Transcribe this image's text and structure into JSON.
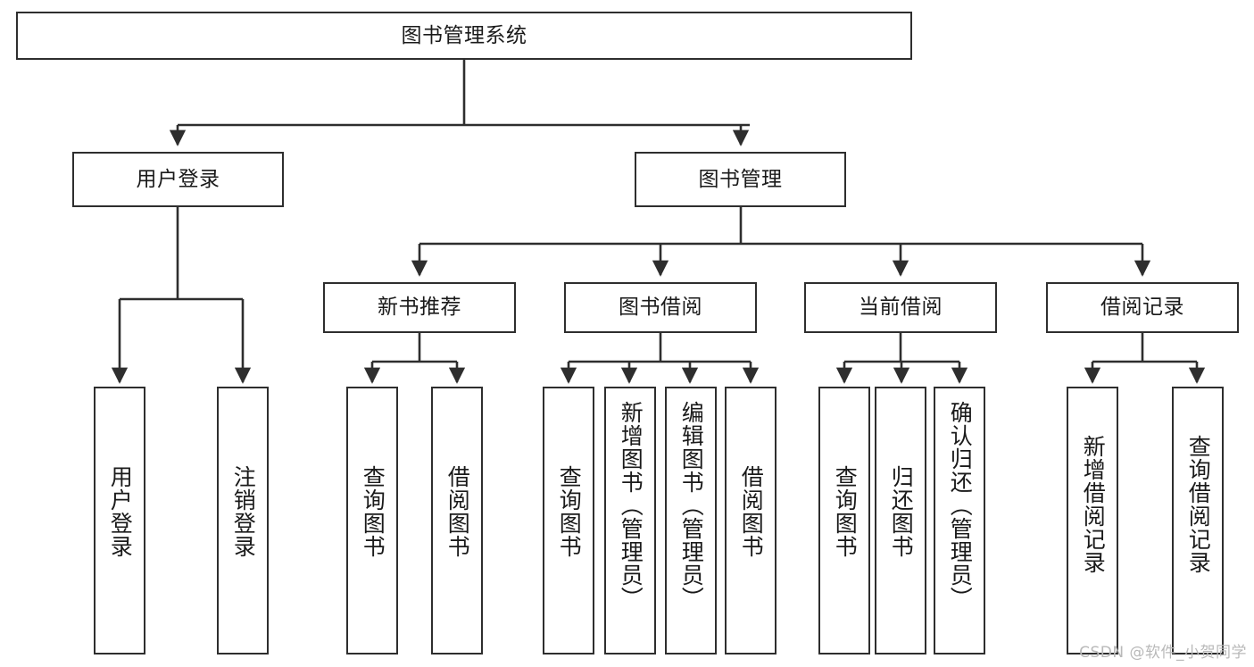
{
  "diagram": {
    "title": "图书管理系统",
    "type": "tree-hierarchy-chart",
    "colors": {
      "box_border": "#2e2e2e",
      "box_fill": "#ffffff",
      "line": "#2e2e2e",
      "text": "#1a1a1a",
      "watermark": "#b9b9b9",
      "background": "#ffffff"
    },
    "levels": {
      "root": {
        "label": "图书管理系统"
      },
      "level2": [
        {
          "id": "user-login",
          "label": "用户登录"
        },
        {
          "id": "book-management",
          "label": "图书管理"
        }
      ],
      "level3": [
        {
          "id": "new-book-recommend",
          "label": "新书推荐"
        },
        {
          "id": "book-borrow",
          "label": "图书借阅"
        },
        {
          "id": "current-borrow",
          "label": "当前借阅"
        },
        {
          "id": "borrow-record",
          "label": "借阅记录"
        }
      ],
      "leaves": [
        {
          "id": "leaf-user-login",
          "label": "用户登录",
          "parent": "user-login"
        },
        {
          "id": "leaf-logout-login",
          "label": "注销登录",
          "parent": "user-login"
        },
        {
          "id": "leaf-query-book-1",
          "label": "查询图书",
          "parent": "new-book-recommend"
        },
        {
          "id": "leaf-borrow-book-1",
          "label": "借阅图书",
          "parent": "new-book-recommend"
        },
        {
          "id": "leaf-query-book-2",
          "label": "查询图书",
          "parent": "book-borrow"
        },
        {
          "id": "leaf-add-book-admin",
          "label": "新增图书（管理员）",
          "parent": "book-borrow"
        },
        {
          "id": "leaf-edit-book-admin",
          "label": "编辑图书（管理员）",
          "parent": "book-borrow"
        },
        {
          "id": "leaf-borrow-book-2",
          "label": "借阅图书",
          "parent": "book-borrow"
        },
        {
          "id": "leaf-query-book-3",
          "label": "查询图书",
          "parent": "current-borrow"
        },
        {
          "id": "leaf-return-book",
          "label": "归还图书",
          "parent": "current-borrow"
        },
        {
          "id": "leaf-confirm-return-admin",
          "label": "确认归还（管理员）",
          "parent": "current-borrow"
        },
        {
          "id": "leaf-add-borrow-record",
          "label": "新增借阅记录",
          "parent": "borrow-record"
        },
        {
          "id": "leaf-query-borrow-record",
          "label": "查询借阅记录",
          "parent": "borrow-record"
        }
      ]
    },
    "watermark": "CSDN @软件_小贺同学"
  }
}
